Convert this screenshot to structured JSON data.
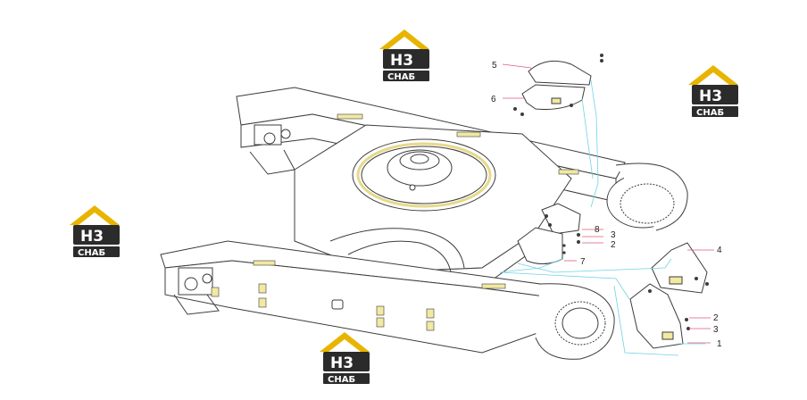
{
  "logo": {
    "mark": "H3",
    "caption": "СНАБ",
    "colors": {
      "roof": "#e8b400",
      "dark": "#2b2b2b",
      "text": "#ffffff"
    }
  },
  "callouts": [
    "1",
    "2",
    "3",
    "4",
    "5",
    "6",
    "7",
    "8",
    "3",
    "2"
  ],
  "colors": {
    "line": "#3c3c3c",
    "leader": "#6fd3e3",
    "callout_line": "#e05a7a",
    "highlight": "#f2e9a2",
    "ring": "#e6d98a"
  }
}
